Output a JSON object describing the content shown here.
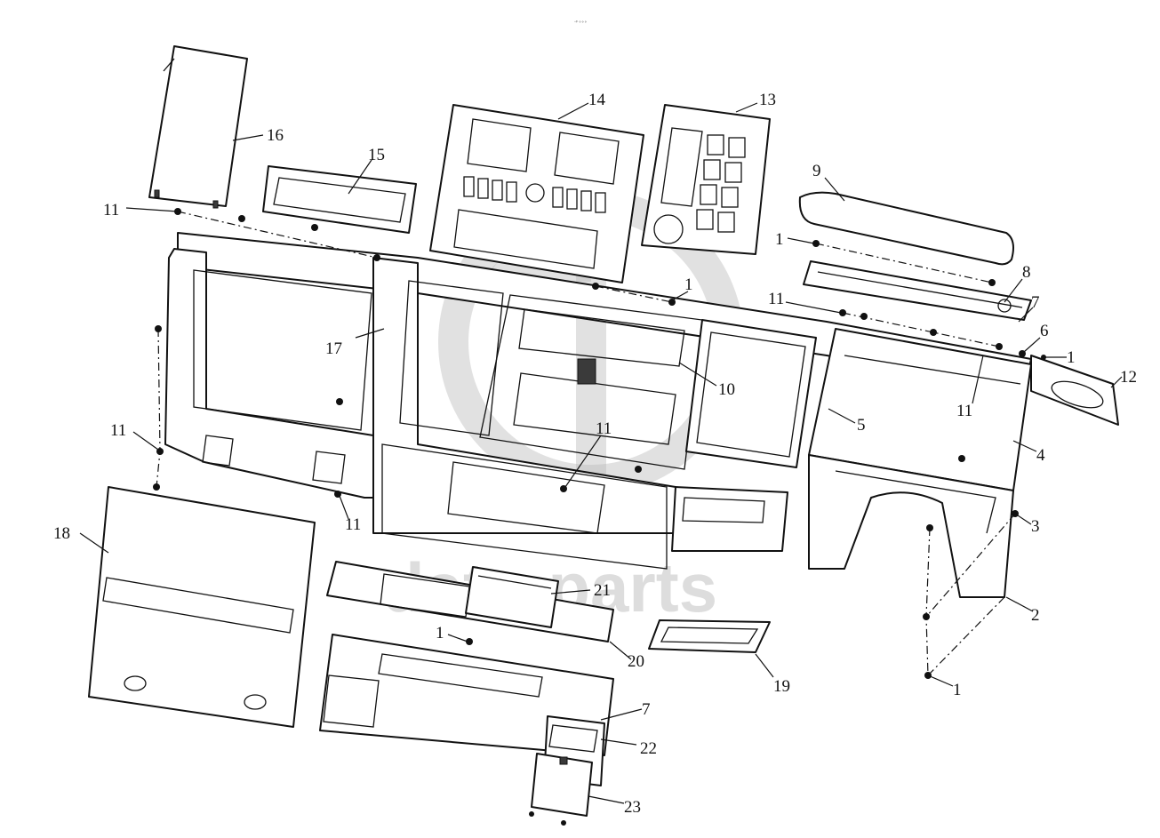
{
  "header_text": "◦ᵖ ∘∘∘",
  "watermark": {
    "text": "data-parts",
    "logo_icon": "data-parts-logo-icon"
  },
  "callouts": [
    {
      "id": "1",
      "label": "1"
    },
    {
      "id": "1b",
      "label": "1"
    },
    {
      "id": "1c",
      "label": "1"
    },
    {
      "id": "1d",
      "label": "1"
    },
    {
      "id": "1e",
      "label": "1"
    },
    {
      "id": "2",
      "label": "2"
    },
    {
      "id": "3",
      "label": "3"
    },
    {
      "id": "4",
      "label": "4"
    },
    {
      "id": "5",
      "label": "5"
    },
    {
      "id": "6",
      "label": "6"
    },
    {
      "id": "7",
      "label": "7"
    },
    {
      "id": "7b",
      "label": "7"
    },
    {
      "id": "8",
      "label": "8"
    },
    {
      "id": "9",
      "label": "9"
    },
    {
      "id": "10",
      "label": "10"
    },
    {
      "id": "11",
      "label": "11"
    },
    {
      "id": "11b",
      "label": "11"
    },
    {
      "id": "11c",
      "label": "11"
    },
    {
      "id": "11d",
      "label": "11"
    },
    {
      "id": "11e",
      "label": "11"
    },
    {
      "id": "11f",
      "label": "11"
    },
    {
      "id": "12",
      "label": "12"
    },
    {
      "id": "13",
      "label": "13"
    },
    {
      "id": "14",
      "label": "14"
    },
    {
      "id": "15",
      "label": "15"
    },
    {
      "id": "16",
      "label": "16"
    },
    {
      "id": "17",
      "label": "17"
    },
    {
      "id": "18",
      "label": "18"
    },
    {
      "id": "19",
      "label": "19"
    },
    {
      "id": "20",
      "label": "20"
    },
    {
      "id": "21",
      "label": "21"
    },
    {
      "id": "22",
      "label": "22"
    },
    {
      "id": "23",
      "label": "23"
    }
  ]
}
